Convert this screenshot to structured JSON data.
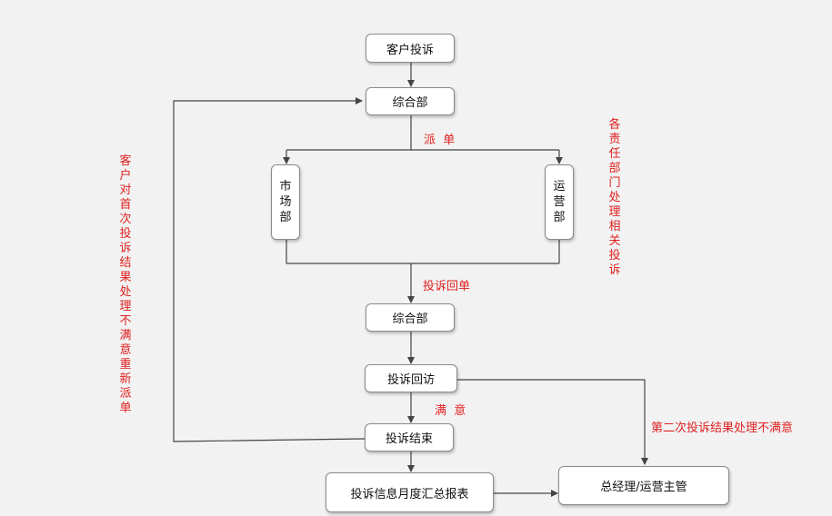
{
  "nodes": {
    "complaint": "客户投诉",
    "dept1": "综合部",
    "market": "市场部",
    "ops": "运营部",
    "dept2": "综合部",
    "visit": "投诉回访",
    "end": "投诉结束",
    "report": "投诉信息月度汇总报表",
    "manager": "总经理/运营主管"
  },
  "labels": {
    "dispatch": "派  单",
    "reply": "投诉回单",
    "satisfied": "满  意",
    "second": "第二次投诉结果处理不满意",
    "left_note": "客户对首次投诉结果处理不满意重新派单",
    "right_note": "各责任部门处理相关投诉"
  },
  "colors": {
    "accent_red": "#e02020",
    "line": "#444444"
  }
}
